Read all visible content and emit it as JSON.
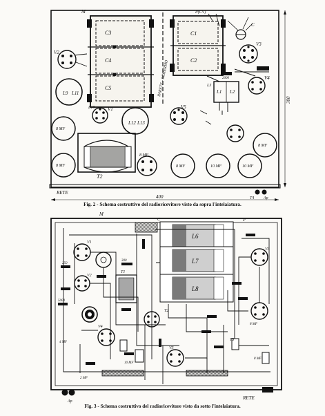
{
  "figure_top": {
    "caption_fig": "Fig. 2",
    "caption_text": "- Schema costruttivo del radioricevitore visto da sopra l'intelaiatura.",
    "labels": {
      "c3": "C3",
      "c4": "C4",
      "c5": "C5",
      "c1": "C1",
      "c2": "C2",
      "c": "C",
      "l9": "L9",
      "l11": "L11",
      "l10": "L10",
      "l12": "L12",
      "l13": "L13",
      "l1": "L1",
      "l2": "L2",
      "l3": "L3",
      "v1": "V1",
      "v2": "V2",
      "v3": "V3",
      "v4": "V4",
      "v5": "V5",
      "t2": "T2",
      "t4": "T4",
      "cap1": "8 MF",
      "cap2": "8 MF",
      "cap3": "8 MF",
      "cap4": "8 MF",
      "cap5": "8 MF",
      "cap6": "10 MF",
      "cap7": "10 MF",
      "parete": "PARETE - SCHERMO",
      "rete": "RETE",
      "dim_400": "400",
      "dim_300": "300",
      "ap": "Ap",
      "m": "M",
      "pr": "P(CV)",
      "r2000": "2000"
    }
  },
  "figure_bottom": {
    "caption_fig": "Fig. 3",
    "caption_text": "- Schema costruttivo del radioricevitore visto da sotto l'intelaiatura.",
    "labels": {
      "l6": "L6",
      "l7": "L7",
      "l8": "L8",
      "v1": "V1",
      "v2": "V2",
      "v3": "V3",
      "v4": "V4",
      "v5": "V5",
      "t1": "T1",
      "t2": "T2",
      "t3": "T3",
      "cap_8mf_a": "8 MF",
      "cap_8mf_b": "8 MF",
      "cap_4mf": "4 MF",
      "cap_10mf": "10 MF",
      "cap_2mf": "2 MF",
      "rete": "RETE",
      "ap": "Ap",
      "m": "M",
      "c": "C",
      "p": "P",
      "r250": "250",
      "r300": "300",
      "r5000": "5000"
    }
  }
}
